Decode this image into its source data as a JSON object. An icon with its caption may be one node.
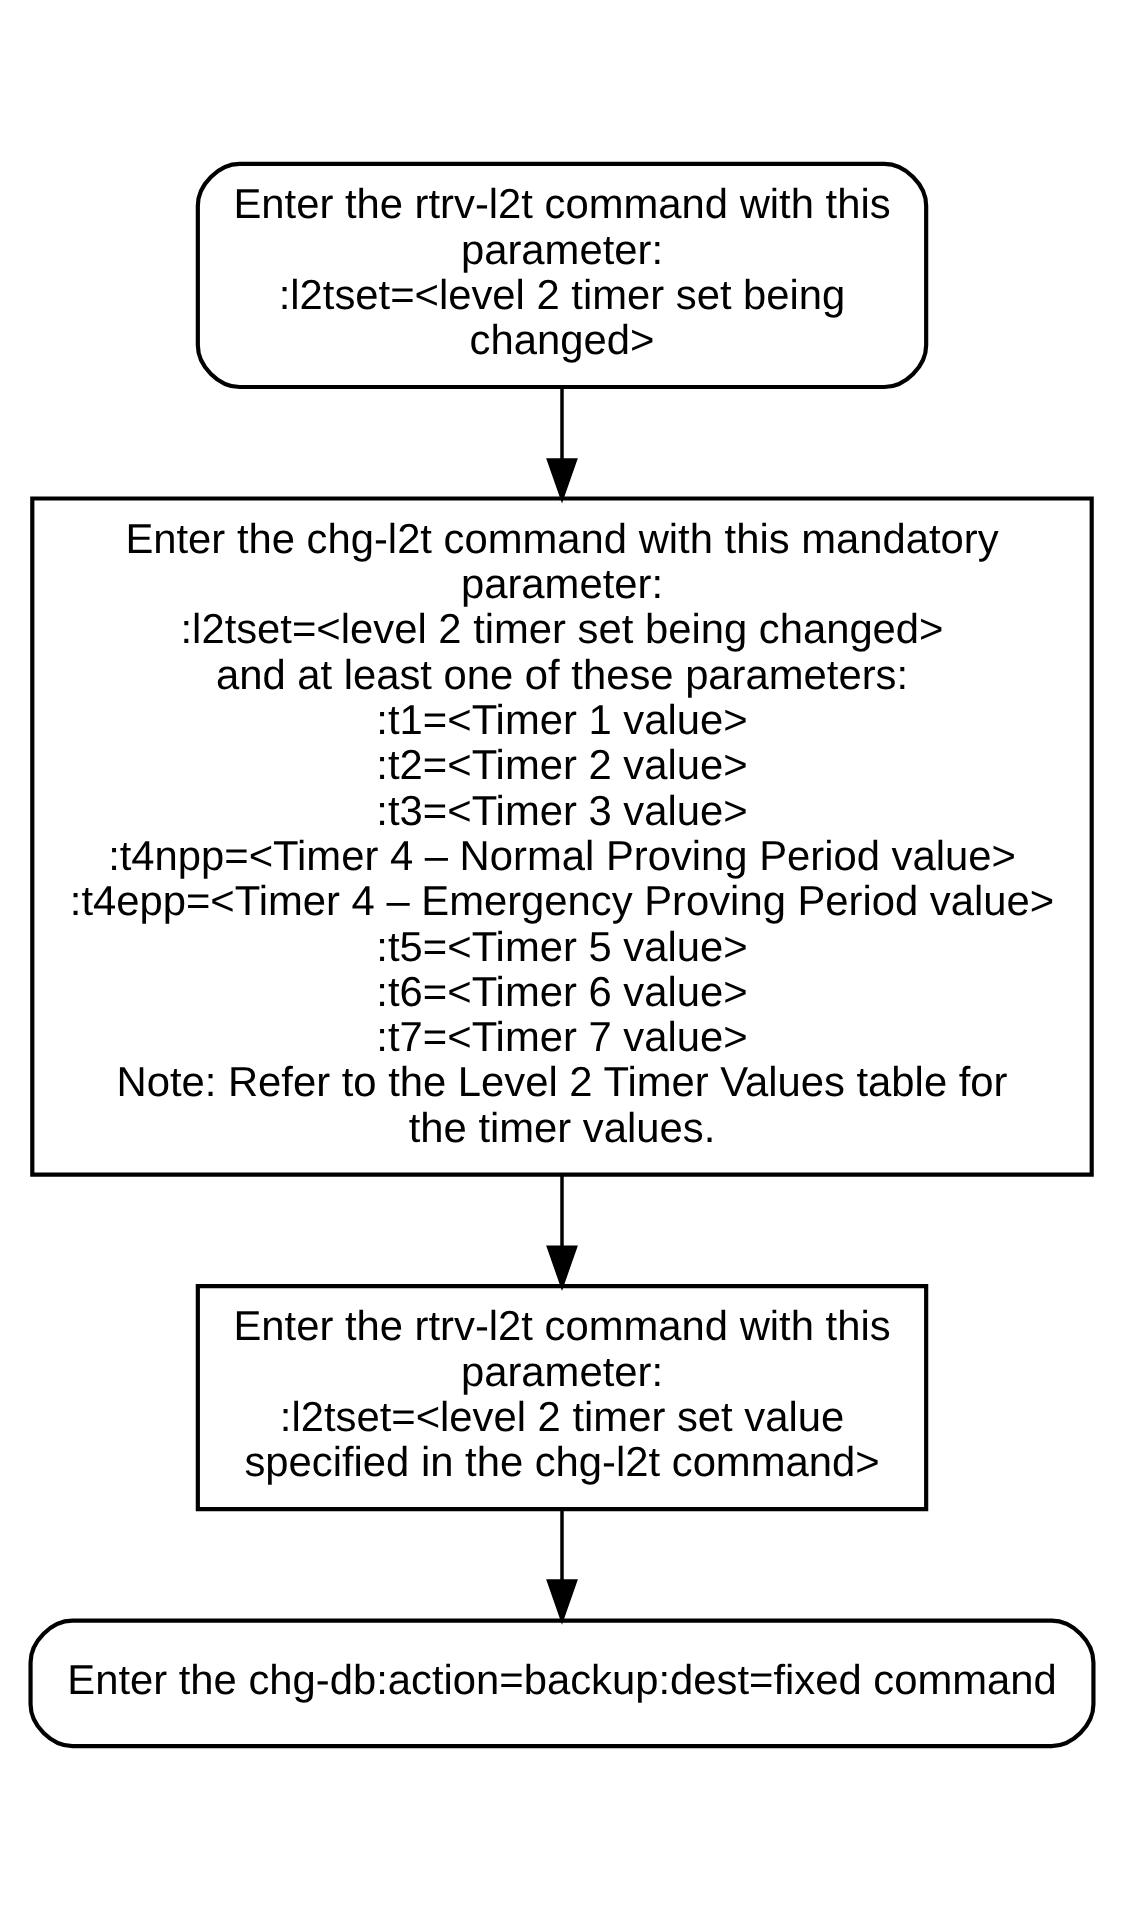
{
  "diagram": {
    "nodes": [
      {
        "text": [
          "Enter the rtrv-l2t command with this parameter:",
          ":l2tset=<level 2 timer set being changed>"
        ]
      },
      {
        "text": [
          "Enter the chg-l2t command with this mandatory parameter:",
          ":l2tset=<level 2 timer set being changed>",
          "and at least one of these parameters:",
          ":t1=<Timer 1 value>",
          ":t2=<Timer 2 value>",
          ":t3=<Timer 3 value>",
          ":t4npp=<Timer 4 – Normal Proving Period value>",
          ":t4epp=<Timer 4 – Emergency Proving Period value>",
          ":t5=<Timer 5 value>",
          ":t6=<Timer 6 value>",
          ":t7=<Timer 7 value>",
          "Note: Refer to the Level 2 Timer Values table for the timer values."
        ]
      },
      {
        "text": [
          "Enter the rtrv-l2t command with this parameter:",
          ":l2tset=<level 2 timer set value specified in the chg-l2t command>"
        ]
      },
      {
        "text": [
          "Enter the chg-db:action=backup:dest=fixed command"
        ]
      }
    ],
    "edges": [
      {
        "from": 0,
        "to": 1,
        "arrow": "to"
      },
      {
        "from": 1,
        "to": 2,
        "arrow": "to"
      },
      {
        "from": 2,
        "to": 3,
        "arrow": "to"
      }
    ]
  }
}
